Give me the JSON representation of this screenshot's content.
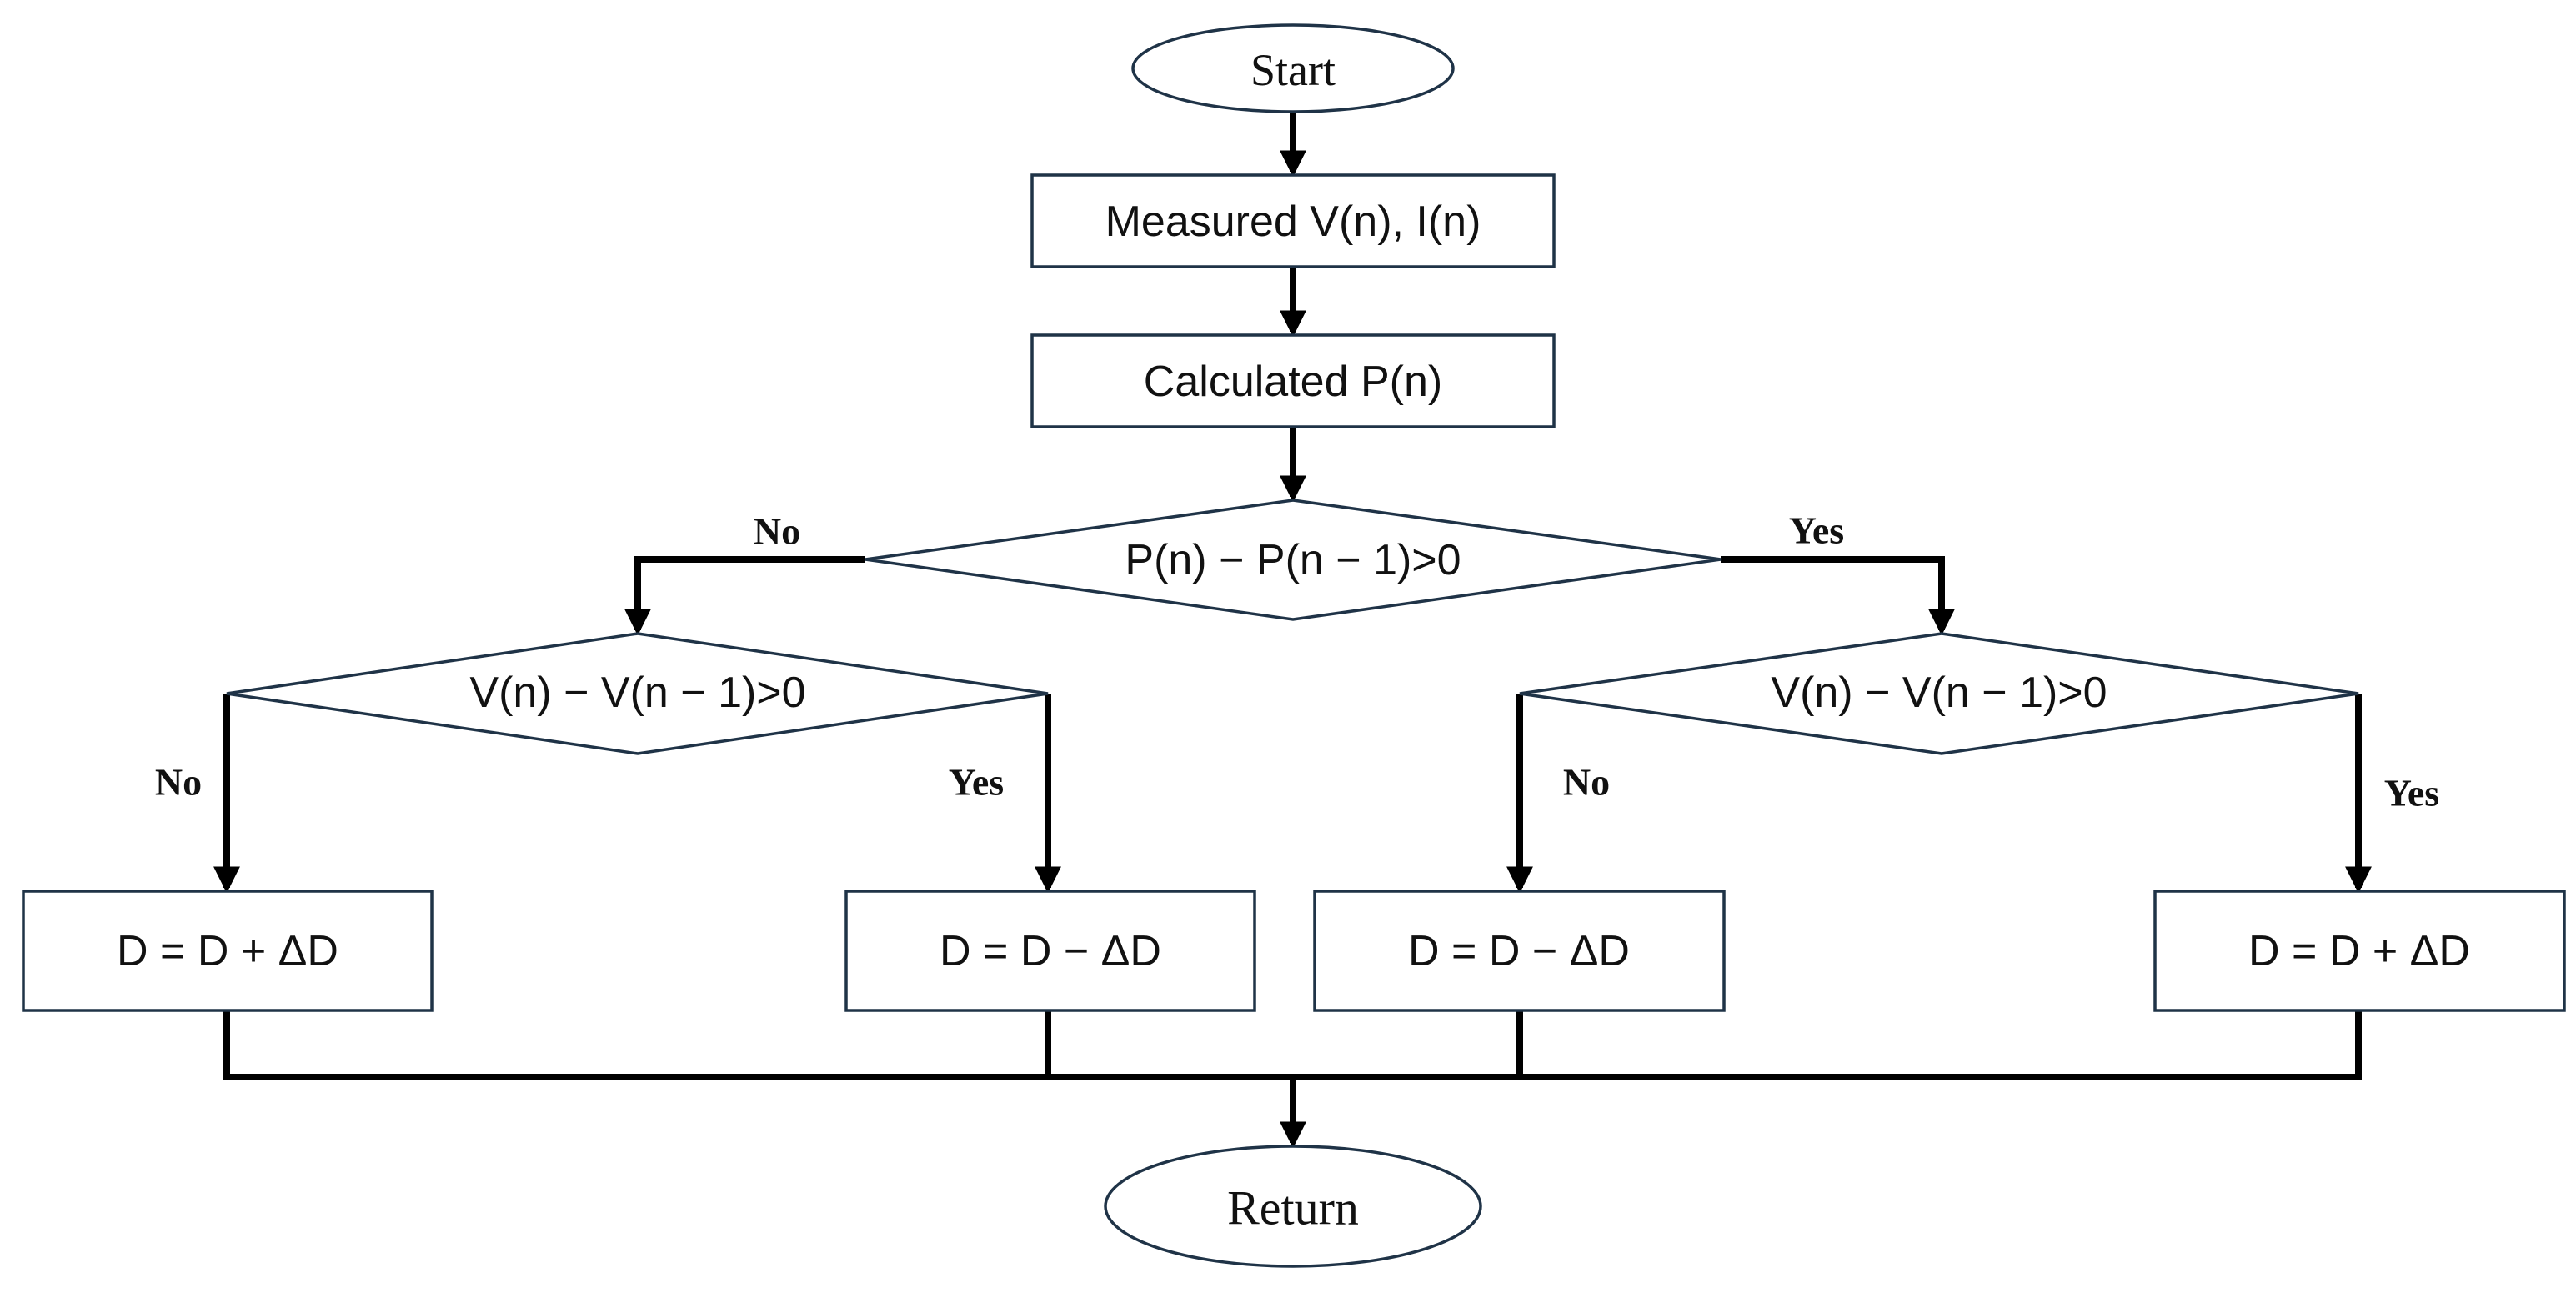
{
  "colors": {
    "node_stroke": "#1f3347",
    "connector": "#000000",
    "text": "#111111",
    "background": "#ffffff"
  },
  "nodes": {
    "start": "Start",
    "measure": "Measured V(n), I(n)",
    "calculate": "Calculated P(n)",
    "power_check": "P(n) − P(n − 1)>0",
    "left_voltage_check": "V(n) − V(n − 1)>0",
    "right_voltage_check": "V(n) − V(n − 1)>0",
    "action_1": "D = D + ΔD",
    "action_2": "D = D − ΔD",
    "action_3": "D = D − ΔD",
    "action_4": "D = D + ΔD",
    "return": "Return"
  },
  "edge_labels": {
    "power_no": "No",
    "power_yes": "Yes",
    "left_no": "No",
    "left_yes": "Yes",
    "right_no": "No",
    "right_yes": "Yes"
  }
}
